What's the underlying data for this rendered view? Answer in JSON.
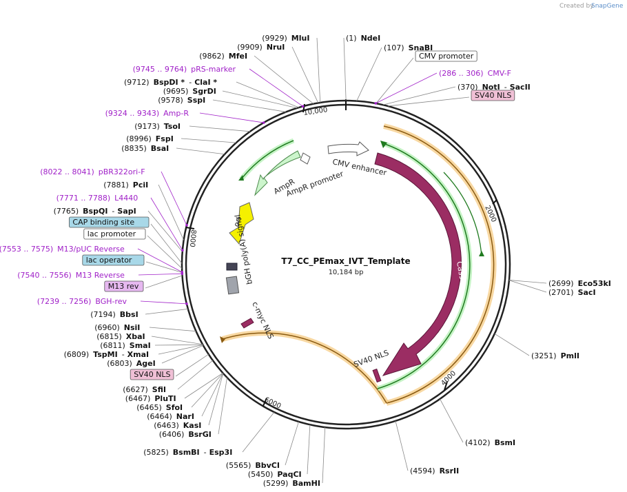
{
  "watermark": {
    "prefix": "Created by",
    "brand": "SnapGene"
  },
  "plasmid": {
    "name": "T7_CC_PEmax_IVT_Template",
    "size_label": "10,184 bp",
    "total_bp": 10184
  },
  "ticks": [
    {
      "label": "2000",
      "bp": 2000
    },
    {
      "label": "4000",
      "bp": 4000
    },
    {
      "label": "6000",
      "bp": 6000
    },
    {
      "label": "8000",
      "bp": 8000
    },
    {
      "label": "10,000",
      "bp": 10000
    }
  ],
  "sites": [
    {
      "id": "ndei",
      "pos": "(1)",
      "name": "NdeI",
      "bp": 1
    },
    {
      "id": "snabi",
      "pos": "(107)",
      "name": "SnaBI",
      "bp": 107
    },
    {
      "id": "cmv-promoter",
      "name": "CMV promoter",
      "boxed": true,
      "color": "#ffffff",
      "bp": 300
    },
    {
      "id": "cmv-f",
      "name": "CMV-F",
      "range": "(286 .. 306)",
      "primer": true,
      "bp": 296
    },
    {
      "id": "noti-sacii",
      "pos": "(370)",
      "name": "NotI",
      "name2": "SacII",
      "bp": 370
    },
    {
      "id": "sv40-nls-1",
      "name": "SV40 NLS",
      "boxed": true,
      "color": "#f0c0d6",
      "bp": 420
    },
    {
      "id": "eco53ki",
      "pos": "(2699)",
      "name": "Eco53kI",
      "bp": 2699
    },
    {
      "id": "saci",
      "pos": "(2701)",
      "name": "SacI",
      "bp": 2701
    },
    {
      "id": "pmli",
      "pos": "(3251)",
      "name": "PmlI",
      "bp": 3251
    },
    {
      "id": "bsmi",
      "pos": "(4102)",
      "name": "BsmI",
      "bp": 4102
    },
    {
      "id": "rsrii",
      "pos": "(4594)",
      "name": "RsrII",
      "bp": 4594
    },
    {
      "id": "bamhi",
      "pos": "(5299)",
      "name": "BamHI",
      "bp": 5299
    },
    {
      "id": "paqci",
      "pos": "(5450)",
      "name": "PaqCI",
      "bp": 5450
    },
    {
      "id": "bbvci",
      "pos": "(5565)",
      "name": "BbvCI",
      "bp": 5565
    },
    {
      "id": "bsmbi-esp3i",
      "pos": "(5825)",
      "name": "BsmBI",
      "name2": "Esp3I",
      "bp": 5825
    },
    {
      "id": "bsrgi",
      "pos": "(6406)",
      "name": "BsrGI",
      "bp": 6406
    },
    {
      "id": "kasi",
      "pos": "(6463)",
      "name": "KasI",
      "bp": 6463
    },
    {
      "id": "nari",
      "pos": "(6464)",
      "name": "NarI",
      "bp": 6464
    },
    {
      "id": "sfoi",
      "pos": "(6465)",
      "name": "SfoI",
      "bp": 6465
    },
    {
      "id": "pluti",
      "pos": "(6467)",
      "name": "PluTI",
      "bp": 6467
    },
    {
      "id": "sfii",
      "pos": "(6627)",
      "name": "SfiI",
      "bp": 6627
    },
    {
      "id": "sv40-nls-2",
      "name": "SV40 NLS",
      "boxed": true,
      "color": "#f0c0d6",
      "bp": 6700
    },
    {
      "id": "agei",
      "pos": "(6803)",
      "name": "AgeI",
      "bp": 6803
    },
    {
      "id": "tspmi-xmai",
      "pos": "(6809)",
      "name": "TspMI",
      "name2": "XmaI",
      "bp": 6809
    },
    {
      "id": "smai",
      "pos": "(6811)",
      "name": "SmaI",
      "bp": 6811
    },
    {
      "id": "xbai",
      "pos": "(6815)",
      "name": "XbaI",
      "bp": 6815
    },
    {
      "id": "nsii",
      "pos": "(6960)",
      "name": "NsiI",
      "bp": 6960
    },
    {
      "id": "bbsi",
      "pos": "(7194)",
      "name": "BbsI",
      "bp": 7194
    },
    {
      "id": "bgh-rev",
      "name": "BGH-rev",
      "range": "(7239 .. 7256)",
      "primer": true,
      "bp": 7247
    },
    {
      "id": "m13-rev",
      "name": "M13 rev",
      "boxed": true,
      "color": "#e6b8f0",
      "bp": 7530
    },
    {
      "id": "m13-reverse",
      "name": "M13 Reverse",
      "range": "(7540 .. 7556)",
      "primer": true,
      "bp": 7548
    },
    {
      "id": "lac-operator",
      "name": "lac operator",
      "boxed": true,
      "color": "#a8d8e8",
      "bp": 7560
    },
    {
      "id": "m13-puc-reverse",
      "name": "M13/pUC Reverse",
      "range": "(7553 .. 7575)",
      "primer": true,
      "bp": 7564
    },
    {
      "id": "lac-promoter",
      "name": "lac promoter",
      "boxed": true,
      "color": "#ffffff",
      "bp": 7600
    },
    {
      "id": "cap-binding-site",
      "name": "CAP binding site",
      "boxed": true,
      "color": "#a8d8e8",
      "bp": 7650
    },
    {
      "id": "bspqi-sapi",
      "pos": "(7765)",
      "name": "BspQI",
      "name2": "SapI",
      "bp": 7765
    },
    {
      "id": "l4440",
      "name": "L4440",
      "range": "(7771 .. 7788)",
      "primer": true,
      "bp": 7780
    },
    {
      "id": "pcii",
      "pos": "(7881)",
      "name": "PciI",
      "bp": 7881
    },
    {
      "id": "pbr322ori-f",
      "name": "pBR322ori-F",
      "range": "(8022 .. 8041)",
      "primer": true,
      "bp": 8031
    },
    {
      "id": "bsai",
      "pos": "(8835)",
      "name": "BsaI",
      "bp": 8835
    },
    {
      "id": "fspi",
      "pos": "(8996)",
      "name": "FspI",
      "bp": 8996
    },
    {
      "id": "tsoi",
      "pos": "(9173)",
      "name": "TsoI",
      "bp": 9173
    },
    {
      "id": "amp-r",
      "name": "Amp-R",
      "range": "(9324 .. 9343)",
      "primer": true,
      "bp": 9333
    },
    {
      "id": "sspi",
      "pos": "(9578)",
      "name": "SspI",
      "bp": 9578
    },
    {
      "id": "sgrdi",
      "pos": "(9695)",
      "name": "SgrDI",
      "bp": 9695
    },
    {
      "id": "bspdi-clai",
      "pos": "(9712)",
      "name": "BspDI *",
      "name2": "ClaI *",
      "bp": 9712
    },
    {
      "id": "prs-marker",
      "name": "pRS-marker",
      "range": "(9745 .. 9764)",
      "primer": true,
      "bp": 9754
    },
    {
      "id": "mfei",
      "pos": "(9862)",
      "name": "MfeI",
      "bp": 9862
    },
    {
      "id": "nrui",
      "pos": "(9909)",
      "name": "NruI",
      "bp": 9909
    },
    {
      "id": "mlui",
      "pos": "(9929)",
      "name": "MluI",
      "bp": 9929
    }
  ],
  "features": [
    {
      "id": "cas9",
      "label": "Cas9",
      "color": "#9b2d63"
    },
    {
      "id": "sv40-nls-feat",
      "label": "SV40 NLS",
      "color": "#9b2d63"
    },
    {
      "id": "cmv-enhancer",
      "label": "CMV enhancer",
      "color": "#ffffff"
    },
    {
      "id": "ampr",
      "label": "AmpR",
      "color": "#ccf5cc"
    },
    {
      "id": "ampr-promoter",
      "label": "AmpR promoter",
      "color": "#ffffff"
    },
    {
      "id": "ori",
      "label": "ori",
      "color": "#f5f000"
    },
    {
      "id": "bgh-polya",
      "label": "bGH poly(A) signal",
      "color": "#a0a4ac"
    },
    {
      "id": "c-myc-nls",
      "label": "c-myc NLS",
      "color": "#9b2d63"
    }
  ],
  "colors": {
    "primer": "#a020c8",
    "backbone": "#222222",
    "orf_green": "#2a9a2a",
    "orf_orange": "#f5b84a"
  }
}
